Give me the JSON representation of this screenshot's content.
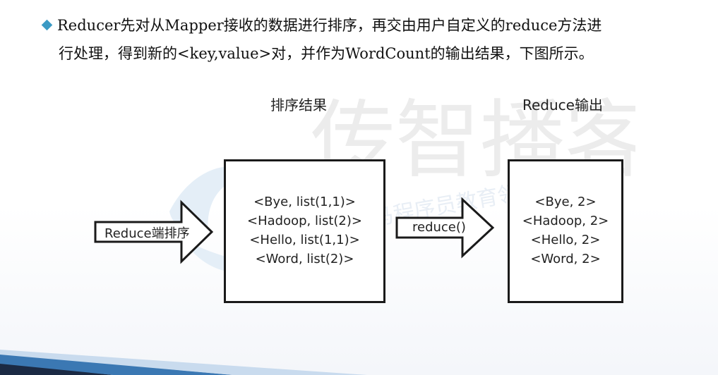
{
  "bullet": {
    "line1": "Reducer先对从Mapper接收的数据进行排序，再交由用户自定义的reduce方法进",
    "line2": "行处理，得到新的<key,value>对，并作为WordCount的输出结果，下图所示。"
  },
  "diagram": {
    "sorted_title": "排序结果",
    "output_title": "Reduce输出",
    "input_arrow_label": "Reduce端排序",
    "middle_arrow_label": "reduce()",
    "sorted_items": [
      "<Bye, list(1,1)>",
      "<Hadoop, list(2)>",
      "<Hello, list(1,1)>",
      "<Word, list(2)>"
    ],
    "output_items": [
      "<Bye, 2>",
      "<Hadoop, 2>",
      "<Hello, 2>",
      "<Word, 2>"
    ]
  },
  "watermark": {
    "main": "传智播客",
    "sub": "黑马程序员教育领先品牌"
  },
  "colors": {
    "bullet": "#3b9ac4",
    "stroke": "#1a1a1a",
    "watermark": "#dfe8f2",
    "watermark_accent": "#f2d6d0"
  }
}
